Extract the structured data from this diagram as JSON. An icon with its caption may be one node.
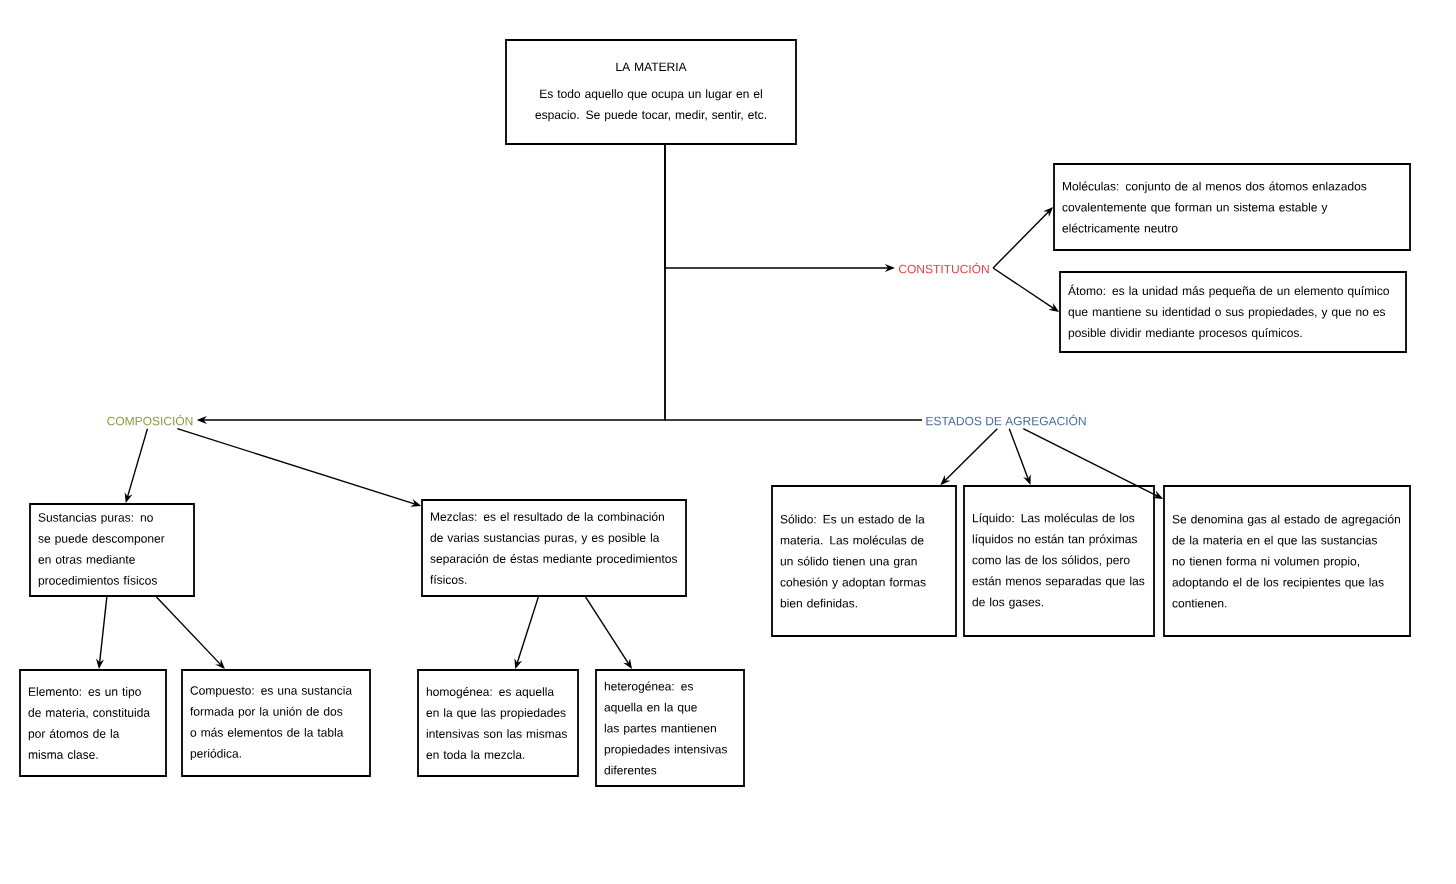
{
  "diagram": {
    "nodes": [
      {
        "text": [
          "LA MATERIA",
          "Es todo aquello que ocupa un lugar en el espacio. Se puede tocar, medir, sentir, etc."
        ]
      },
      {
        "text": [
          "Moléculas: conjunto de al menos dos átomos enlazados covalentemente que forman un sistema estable y eléctricamente neutro"
        ]
      },
      {
        "text": [
          "CONSTITUCIÓN"
        ]
      },
      {
        "text": [
          "Átomo: es la unidad más pequeña de un elemento químico que mantiene su identidad o sus propiedades, y que no es posible dividir mediante procesos químicos."
        ]
      },
      {
        "text": [
          "COMPOSICIÓN"
        ]
      },
      {
        "text": [
          "ESTADOS DE AGREGACIÓN"
        ]
      },
      {
        "text": [
          "Sustancias puras: no se puede descomponer en otras mediante procedimientos físicos"
        ]
      },
      {
        "text": [
          "Mezclas: es el resultado de la combinación de varias sustancias puras, y es posible la separación de éstas mediante procedimientos físicos."
        ]
      },
      {
        "text": [
          "Sólido: Es un estado de la materia. Las moléculas de un sólido tienen una gran cohesión y adoptan formas bien definidas."
        ]
      },
      {
        "text": [
          "Líquido: Las moléculas de los líquidos no están tan próximas como las de los sólidos, pero están menos separadas que las de los gases."
        ]
      },
      {
        "text": [
          "Se denomina gas al estado de agregación de la materia en el que las sustancias no tienen forma ni volumen propio, adoptando el de los recipientes que las contienen."
        ]
      },
      {
        "text": [
          "Elemento: es un tipo de materia, constituida por átomos de la misma clase."
        ]
      },
      {
        "text": [
          "Compuesto: es una sustancia formada por la unión de dos o más elementos de la tabla periódica."
        ]
      },
      {
        "text": [
          "homogénea: es aquella en la que las propiedades intensivas son las mismas en toda la mezcla."
        ]
      },
      {
        "text": [
          "heterogénea: es aquella en la que las partes mantienen propiedades intensivas diferentes"
        ]
      }
    ],
    "edges": [
      {
        "from": 0,
        "to": 2,
        "arrow": "to"
      },
      {
        "from": 0,
        "to": 4,
        "arrow": "to"
      },
      {
        "from": 0,
        "to": 5,
        "arrow": "none"
      },
      {
        "from": 2,
        "to": 1,
        "arrow": "to"
      },
      {
        "from": 2,
        "to": 3,
        "arrow": "to"
      },
      {
        "from": 4,
        "to": 6,
        "arrow": "to"
      },
      {
        "from": 4,
        "to": 7,
        "arrow": "to"
      },
      {
        "from": 5,
        "to": 8,
        "arrow": "to"
      },
      {
        "from": 5,
        "to": 9,
        "arrow": "to"
      },
      {
        "from": 5,
        "to": 10,
        "arrow": "to"
      },
      {
        "from": 6,
        "to": 11,
        "arrow": "to"
      },
      {
        "from": 6,
        "to": 12,
        "arrow": "to"
      },
      {
        "from": 7,
        "to": 13,
        "arrow": "to"
      },
      {
        "from": 7,
        "to": 14,
        "arrow": "to"
      }
    ]
  }
}
